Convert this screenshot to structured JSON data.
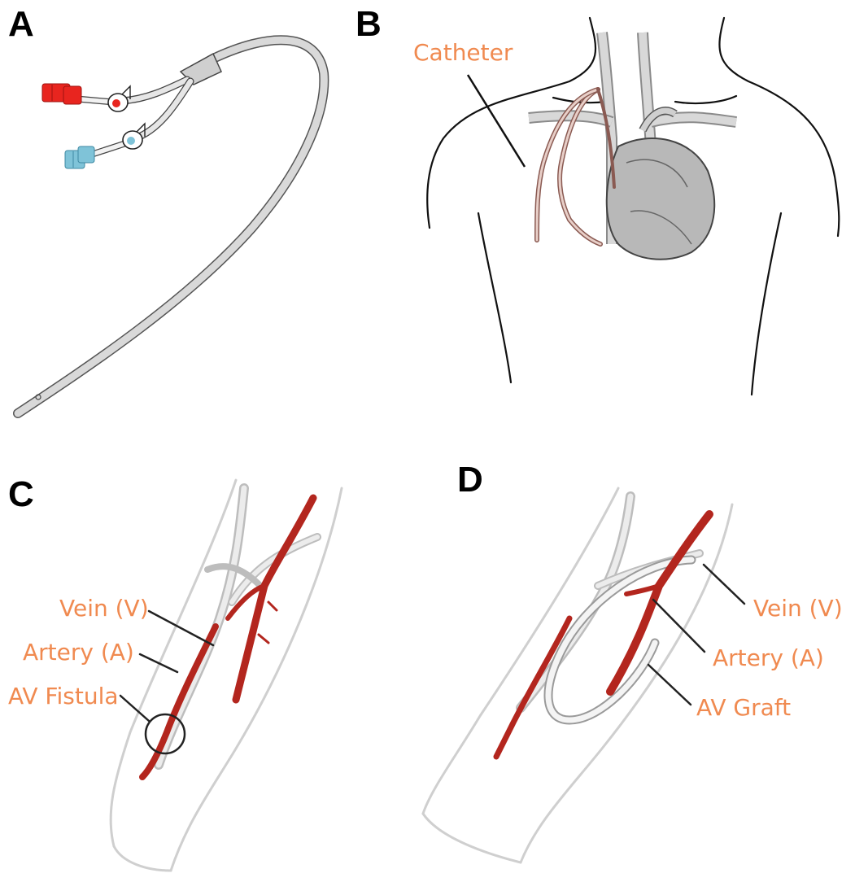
{
  "panels": {
    "a": {
      "letter": "A"
    },
    "b": {
      "letter": "B",
      "catheter_label": "Catheter"
    },
    "c": {
      "letter": "C",
      "vein_label": "Vein (V)",
      "artery_label": "Artery (A)",
      "fistula_label": "AV Fistula"
    },
    "d": {
      "letter": "D",
      "vein_label": "Vein (V)",
      "artery_label": "Artery (A)",
      "graft_label": "AV Graft"
    }
  },
  "colors": {
    "label": "#f08a50",
    "artery": "#b3261e",
    "vein": "#c8c8c8",
    "arterial_port": "#e8251f",
    "venous_port": "#7fc3d8",
    "catheter_tube": "#d9d9d9"
  }
}
